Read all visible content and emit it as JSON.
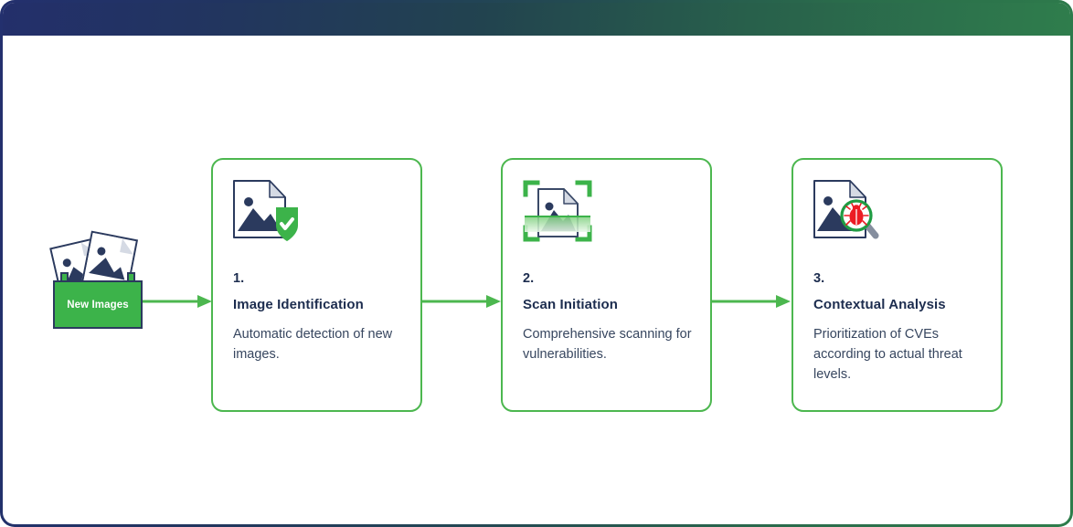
{
  "frame": {
    "banner_gradient_from": "#232f6b",
    "banner_gradient_to": "#2f7d4c",
    "border_gradient_from": "#23306e",
    "border_gradient_to": "#2e7d4b"
  },
  "accent": {
    "green": "#4cb74f",
    "bin_green": "#3cb34a",
    "navy": "#1d2d4f",
    "bug_red": "#ec1c24"
  },
  "source": {
    "label": "New Images",
    "icon": "stack-of-image-documents-in-bin"
  },
  "arrows": [
    {
      "name": "arrow-source-to-step-1"
    },
    {
      "name": "arrow-step-1-to-step-2"
    },
    {
      "name": "arrow-step-2-to-step-3"
    }
  ],
  "steps": [
    {
      "number": "1.",
      "title": "Image Identification",
      "description": "Automatic detection of new images.",
      "icon": "image-document-with-shield-check-icon"
    },
    {
      "number": "2.",
      "title": "Scan Initiation",
      "description": "Comprehensive scanning for vulnerabilities.",
      "icon": "image-document-scan-brackets-icon"
    },
    {
      "number": "3.",
      "title": "Contextual Analysis",
      "description": "Prioritization of CVEs according to actual threat levels.",
      "icon": "image-document-magnifier-bug-icon"
    }
  ]
}
